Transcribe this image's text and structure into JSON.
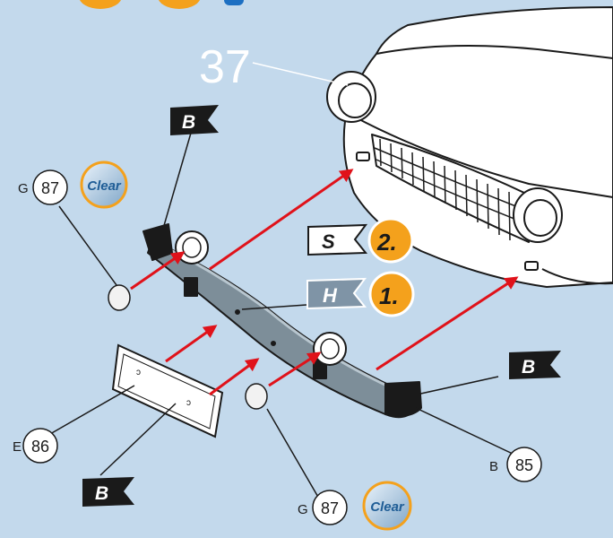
{
  "step": {
    "number": "37"
  },
  "flags": {
    "b": "B",
    "s": "S",
    "h": "H"
  },
  "steps": {
    "first": "1.",
    "second": "2."
  },
  "parts": {
    "g87_top": {
      "prefix": "G",
      "number": "87",
      "finish": "Clear"
    },
    "g87_bottom": {
      "prefix": "G",
      "number": "87",
      "finish": "Clear"
    },
    "e86": {
      "prefix": "E",
      "number": "86"
    },
    "b85": {
      "prefix": "B",
      "number": "85"
    }
  },
  "colors": {
    "background": "#c3d9ec",
    "arrow": "#e0121a",
    "step_badge": "#f4a11c",
    "flag_dark": "#1a1a1a",
    "flag_gray": "#7f94a6",
    "bumper": "#7d8e99"
  }
}
